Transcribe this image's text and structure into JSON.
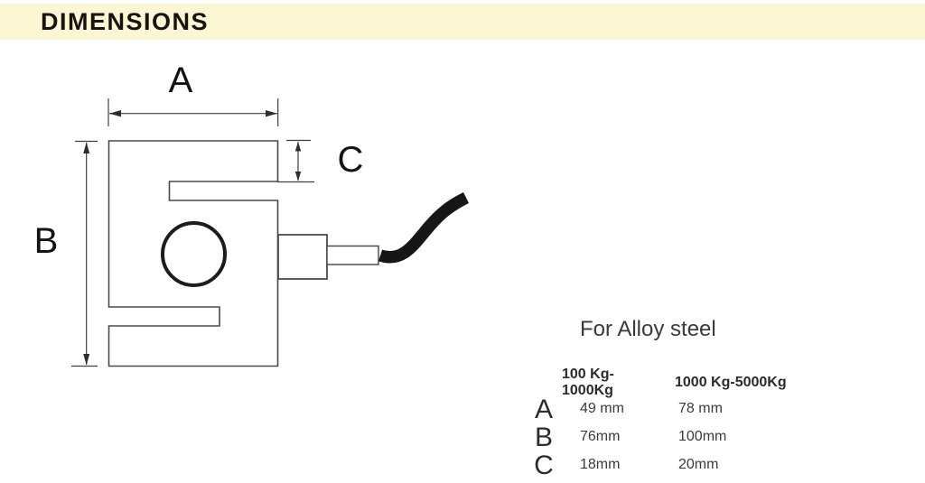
{
  "header": {
    "title": "DIMENSIONS"
  },
  "drawing": {
    "description": "S-type load cell side view with center hole, side connector and cable",
    "labels": {
      "a": "A",
      "b": "B",
      "c": "C"
    }
  },
  "table": {
    "title": "For Alloy steel",
    "columns": [
      "100 Kg-1000Kg",
      "1000 Kg-5000Kg"
    ],
    "rows": [
      {
        "label": "A",
        "values": [
          "49 mm",
          "78 mm"
        ]
      },
      {
        "label": "B",
        "values": [
          "76mm",
          "100mm"
        ]
      },
      {
        "label": "C",
        "values": [
          "18mm",
          "20mm"
        ]
      }
    ]
  },
  "colors": {
    "header_bar": "#FBF7D5",
    "line": "#4a4a4c",
    "text": "#2b2b2d"
  }
}
